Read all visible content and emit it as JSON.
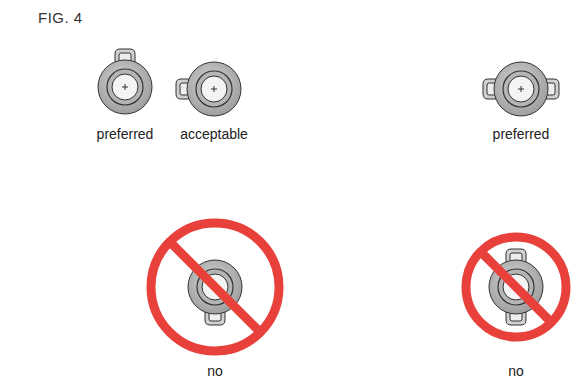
{
  "diagram": {
    "title": "FIG. 4",
    "labels": [
      "preferred",
      "acceptable",
      "preferred",
      "no",
      "no"
    ]
  }
}
